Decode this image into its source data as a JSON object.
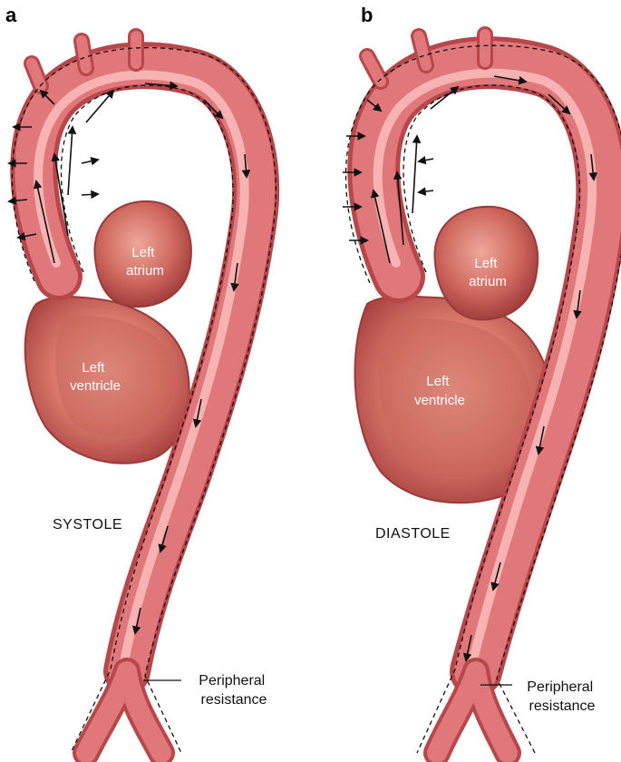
{
  "panels": [
    {
      "letter": "a",
      "phase": "SYSTOLE",
      "atrium": [
        "Left",
        "atrium"
      ],
      "ventricle": [
        "Left",
        "ventricle"
      ],
      "callout": [
        "Peripheral",
        "resistance"
      ]
    },
    {
      "letter": "b",
      "phase": "DIASTOLE",
      "atrium": [
        "Left",
        "atrium"
      ],
      "ventricle": [
        "Left",
        "ventricle"
      ],
      "callout": [
        "Peripheral",
        "resistance"
      ]
    }
  ],
  "colors": {
    "vessel_edge": "#b8474a",
    "vessel_body": "#e0777a",
    "vessel_highlight": "#f6b3b2",
    "heart_dark": "#a8413f",
    "heart_light": "#e89a8c",
    "arrows": "#111111"
  }
}
